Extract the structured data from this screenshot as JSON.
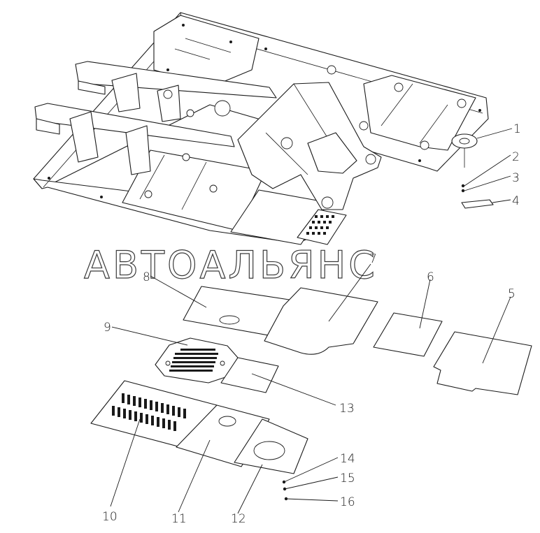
{
  "watermark": "АВТОАЛЬЯНС",
  "callouts": [
    {
      "id": "1",
      "label": "1"
    },
    {
      "id": "2",
      "label": "2"
    },
    {
      "id": "3",
      "label": "3"
    },
    {
      "id": "4",
      "label": "4"
    },
    {
      "id": "5",
      "label": "5"
    },
    {
      "id": "6",
      "label": "6"
    },
    {
      "id": "7",
      "label": "7"
    },
    {
      "id": "8",
      "label": "8"
    },
    {
      "id": "9",
      "label": "9"
    },
    {
      "id": "10",
      "label": "10"
    },
    {
      "id": "11",
      "label": "11"
    },
    {
      "id": "12",
      "label": "12"
    },
    {
      "id": "13",
      "label": "13"
    },
    {
      "id": "14",
      "label": "14"
    },
    {
      "id": "15",
      "label": "15"
    },
    {
      "id": "16",
      "label": "16"
    }
  ],
  "colors": {
    "ink": "#1a1a1a",
    "background": "#ffffff"
  }
}
